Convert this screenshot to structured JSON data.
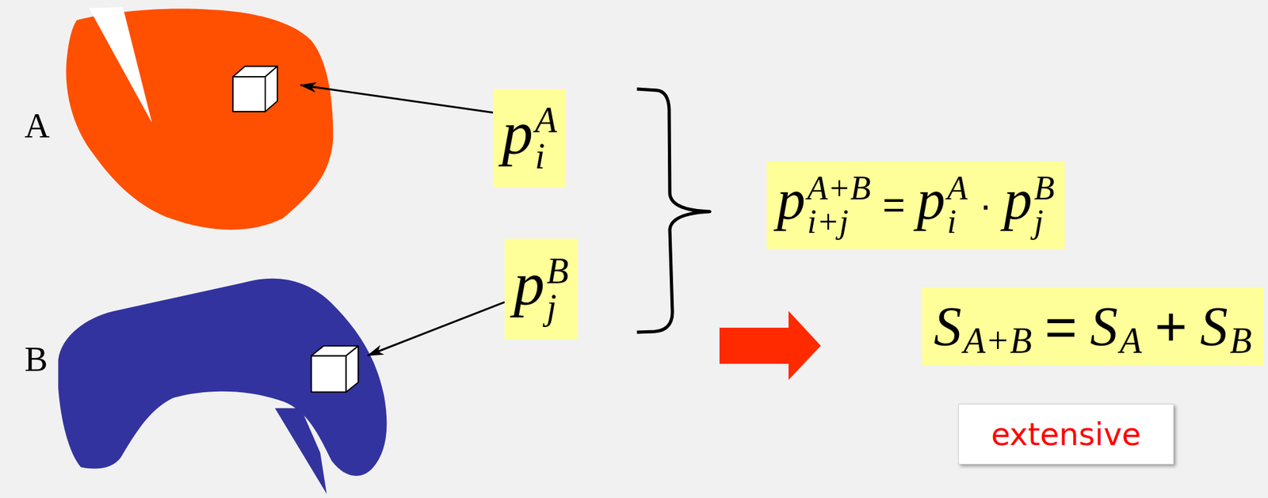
{
  "diagram": {
    "nodes": [
      {
        "text": [
          "A"
        ]
      },
      {
        "text": [
          "p",
          "A",
          "i"
        ]
      },
      {
        "text": [
          "B"
        ]
      },
      {
        "text": [
          "p",
          "B",
          "j"
        ]
      },
      {
        "text": [
          "p",
          "A+B",
          "i+j",
          "=",
          "p",
          "A",
          "i",
          "·",
          "p",
          "B",
          "j"
        ]
      },
      {
        "text": [
          "S",
          "A+B",
          "=",
          "S",
          "A",
          "+",
          "S",
          "B"
        ]
      },
      {
        "text": [
          "extensive"
        ]
      }
    ],
    "edges": [
      {
        "from": 1,
        "to": 0,
        "arrow": "to"
      },
      {
        "from": 3,
        "to": 2,
        "arrow": "to"
      }
    ]
  }
}
